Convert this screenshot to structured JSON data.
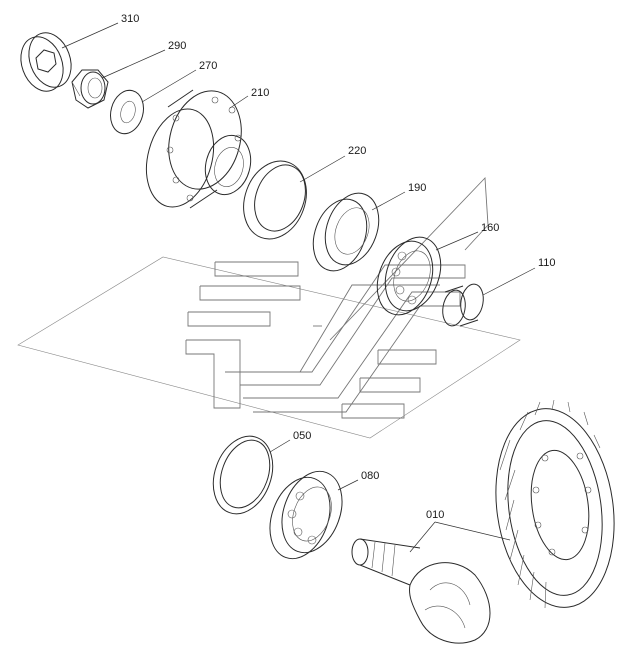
{
  "labels": {
    "p310": "310",
    "p290": "290",
    "p270": "270",
    "p210": "210",
    "p220": "220",
    "p190": "190",
    "p160": "160",
    "p110": "110",
    "p050": "050",
    "p080": "080",
    "p010": "010"
  },
  "colors": {
    "line": "#2b2b2b",
    "watermark": "#777777",
    "background": "#ffffff"
  }
}
